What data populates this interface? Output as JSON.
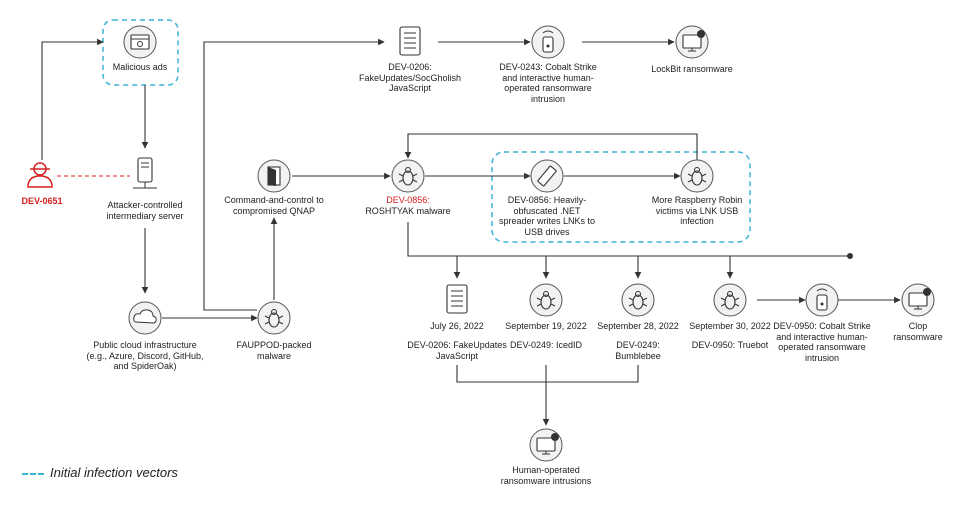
{
  "actor": {
    "name": "DEV-0651",
    "color": "#d72020"
  },
  "accent_dashed_color": "#3bb3d6",
  "nodes": {
    "malicious_ads": "Malicious ads",
    "intermediary_server": "Attacker-controlled intermediary server",
    "public_cloud": "Public cloud infrastructure (e.g., Azure, Discord, GitHub, and SpiderOak)",
    "fauppod": "FAUPPOD-packed malware",
    "c2_qnap": "Command-and-control to compromised QNAP",
    "dev0206_top": "DEV-0206: FakeUpdates/SocGholish JavaScript",
    "dev0243": "DEV-0243: Cobalt Strike and interactive human-operated ransomware intrusion",
    "lockbit": "LockBit ransomware",
    "roshtyak_id": "DEV-0856:",
    "roshtyak_name": "ROSHTYAK malware",
    "spreader": "DEV-0856: Heavily-obfuscated .NET spreader writes LNKs to USB drives",
    "more_victims": "More Raspberry Robin victims via LNK USB infection",
    "b1_date": "July 26, 2022",
    "b1_text": "DEV-0206: FakeUpdates JavaScript",
    "b2_date": "September 19, 2022",
    "b2_text": "DEV-0249: IcedID",
    "b3_date": "September 28, 2022",
    "b3_text": "DEV-0249: Bumblebee",
    "b4_date": "September 30, 2022",
    "b4_text": "DEV-0950: Truebot",
    "dev0950": "DEV-0950: Cobalt Strike and interactive human-operated ransomware intrusion",
    "clop": "Clop ransomware",
    "human_operated": "Human-operated ransomware intrusions"
  },
  "legend": {
    "label": "Initial infection vectors"
  }
}
